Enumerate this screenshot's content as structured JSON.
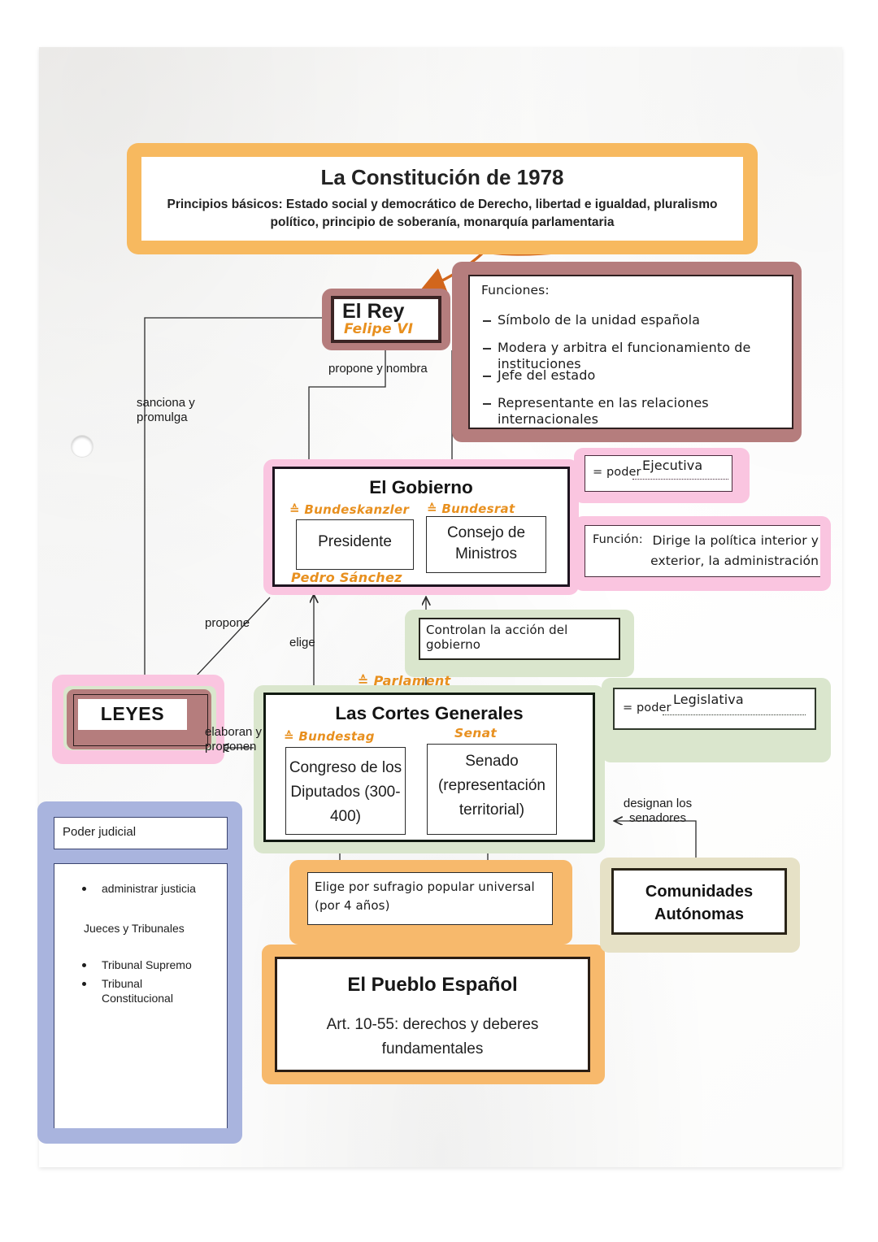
{
  "constitution": {
    "title": "La Constitución de 1978",
    "subtitle": "Principios básicos: Estado social y democrático de Derecho, libertad e igualdad, pluralismo político, principio de soberanía, monarquía parlamentaria"
  },
  "king": {
    "title": "El Rey",
    "handwritten_name": "Felipe VI",
    "functions_label": "Funciones:",
    "functions": [
      "Símbolo de la unidad española",
      "Modera y arbitra el funcionamiento de instituciones",
      "Jefe del estado",
      "Representante en las relaciones internacionales"
    ]
  },
  "government": {
    "title": "El Gobierno",
    "president_box": "Presidente",
    "council_box": "Consejo de Ministros",
    "annotation_chancellor": "≙ Bundeskanzler",
    "annotation_bundesrat": "≙ Bundesrat",
    "annotation_president_name": "Pedro Sánchez",
    "power_label": "= poder",
    "power_value": "Ejecutiva",
    "function_label": "Función:",
    "function_value": "Dirige la política interior y exterior, la administración"
  },
  "cortes": {
    "title": "Las Cortes Generales",
    "congress_box": "Congreso de los Diputados (300-400)",
    "senate_box": "Senado (representación territorial)",
    "annotation_parlament": "≙ Parlament",
    "annotation_bundestag": "≙ Bundestag",
    "annotation_senat": "Senat",
    "power_label": "= poder",
    "power_value": "Legislativa",
    "control_note": "Controlan la acción del gobierno"
  },
  "laws": {
    "title": "LEYES"
  },
  "judicial": {
    "header": "Poder judicial",
    "item_justice": "administrar justicia",
    "item_courts": "Jueces y Tribunales",
    "item_supreme": "Tribunal Supremo",
    "item_constitutional": "Tribunal Constitucional"
  },
  "people": {
    "title": "El Pueblo Español",
    "subtitle": "Art. 10-55: derechos y deberes fundamentales",
    "suffrage_note": "Elige por sufragio popular universal (por 4 años)"
  },
  "regions": {
    "title": "Comunidades Autónomas"
  },
  "connectors": {
    "propone_y_nombra": "propone y nombra",
    "sanciona_y_promulga": "sanciona y promulga",
    "propone": "propone",
    "elige": "elige",
    "elaboran_y_proponen": "elaboran y proponen",
    "designan_los_senadores": "designan los senadores"
  },
  "colors": {
    "orange": "#f7b95f",
    "mauve": "#b57d7d",
    "pink": "#fac5e0",
    "green": "#dae6cd",
    "blue": "#a9b4de",
    "beige": "#e6e1c6",
    "handwriting_orange": "#e8901f"
  }
}
